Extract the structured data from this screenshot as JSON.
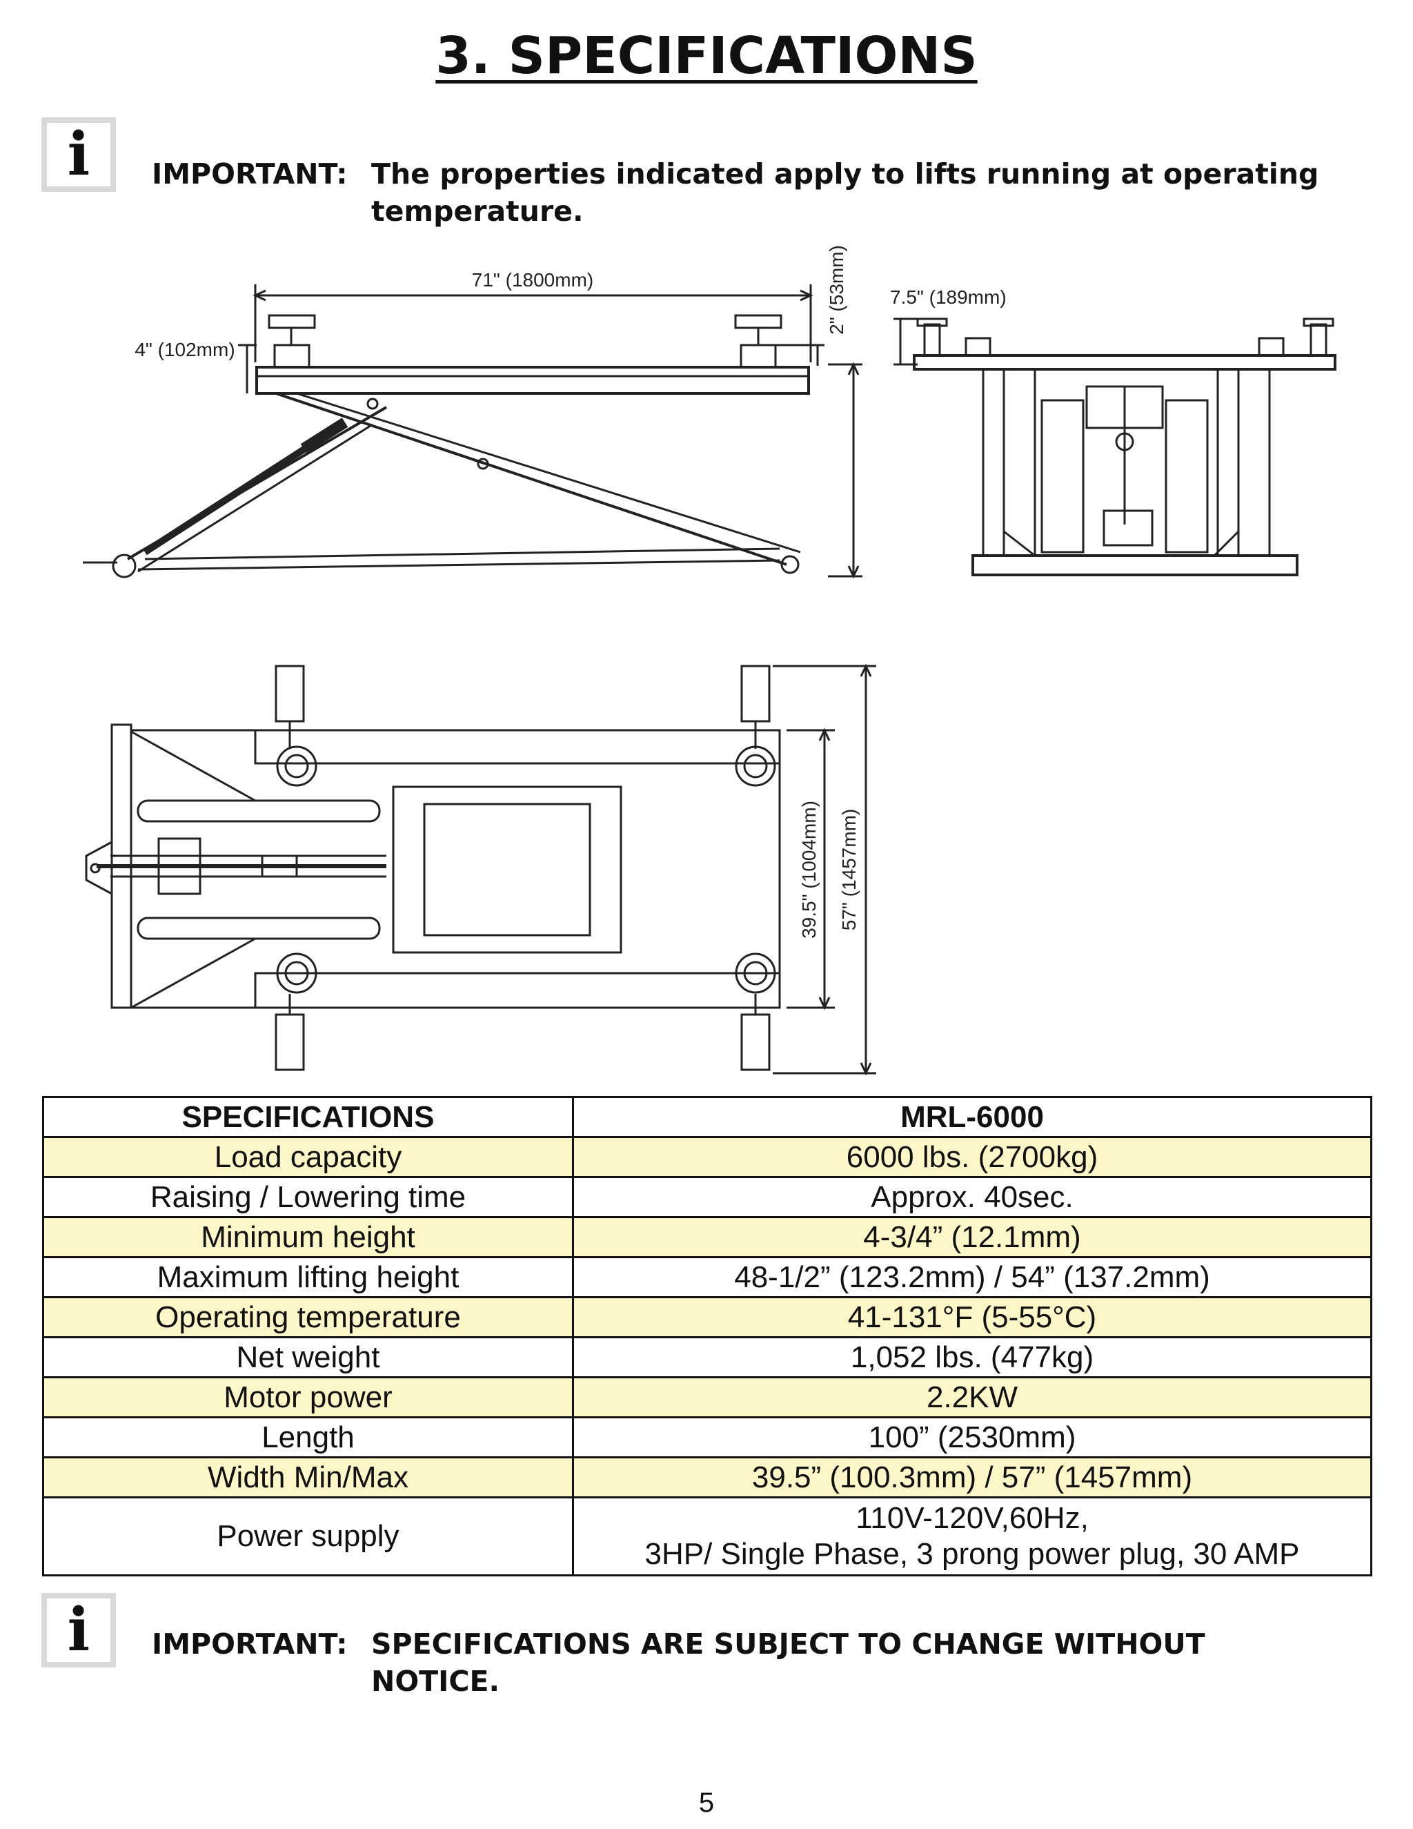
{
  "page": {
    "title": "3. SPECIFICATIONS",
    "page_number": "5"
  },
  "notes": {
    "top": {
      "label": "IMPORTANT:",
      "line1": "The properties indicated apply to lifts running at operating",
      "line2": "temperature."
    },
    "bottom": {
      "label": "IMPORTANT:",
      "line1": "SPECIFICATIONS ARE SUBJECT TO CHANGE WITHOUT",
      "line2": "NOTICE."
    },
    "icon": "info-icon"
  },
  "diagram": {
    "side_view": {
      "length": "71\" (1800mm)",
      "platform_thickness": "4\" (102mm)",
      "pad_height": "2\" (53mm)"
    },
    "end_view": {
      "pad_height": "7.5\" (189mm)"
    },
    "top_view": {
      "inner_width": "39.5\" (1004mm)",
      "outer_width": "57\" (1457mm)"
    }
  },
  "table": {
    "header": [
      "SPECIFICATIONS",
      "MRL-6000"
    ],
    "rows": [
      {
        "label": "Load capacity",
        "value": "6000 lbs. (2700kg)"
      },
      {
        "label": "Raising / Lowering time",
        "value": "Approx. 40sec."
      },
      {
        "label": "Minimum height",
        "value": "4-3/4” (12.1mm)"
      },
      {
        "label": "Maximum lifting height",
        "value": "48-1/2” (123.2mm) / 54” (137.2mm)"
      },
      {
        "label": "Operating temperature",
        "value": "41-131°F (5-55°C)"
      },
      {
        "label": "Net weight",
        "value": "1,052 lbs. (477kg)"
      },
      {
        "label": "Motor power",
        "value": "2.2KW"
      },
      {
        "label": "Length",
        "value": "100” (2530mm)"
      },
      {
        "label": "Width Min/Max",
        "value": "39.5” (100.3mm)  / 57” (1457mm)"
      },
      {
        "label": "Power supply",
        "value": "110V-120V,60Hz,",
        "value_line2": "3HP/ Single Phase, 3 prong power plug, 30 AMP"
      }
    ]
  }
}
